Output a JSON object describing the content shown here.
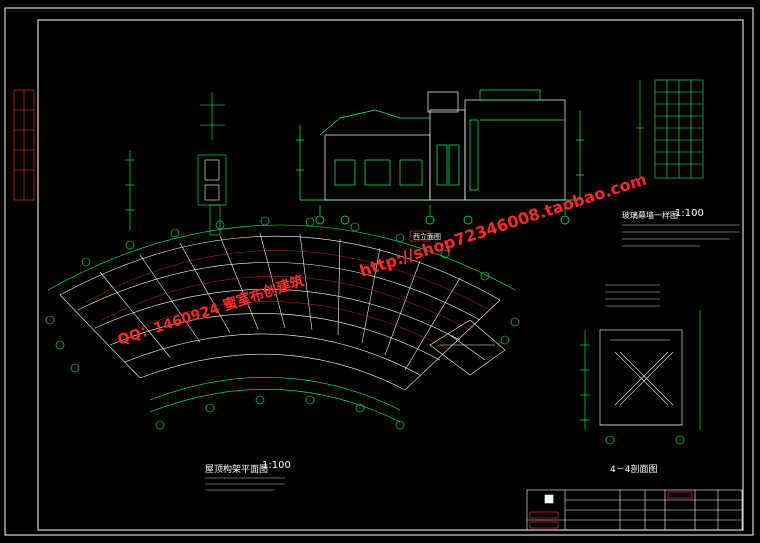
{
  "drawing": {
    "elevation_title": "西立面图",
    "roof_plan_title": "屋顶构架平面图",
    "roof_plan_scale": "1:100",
    "section_title": "4－4剖面图",
    "curtain_wall_title": "玻璃幕墙一样图",
    "curtain_wall_scale": "1:100"
  },
  "watermark": {
    "url": "http://shop72346008.taobao.com",
    "qq": "QQ：1460924  蜜室布创建筑"
  },
  "colors": {
    "background": "#000000",
    "lines": "#00ff66",
    "frame": "#ffffff",
    "accent": "#ff3030",
    "watermark": "#ff2a2a"
  }
}
